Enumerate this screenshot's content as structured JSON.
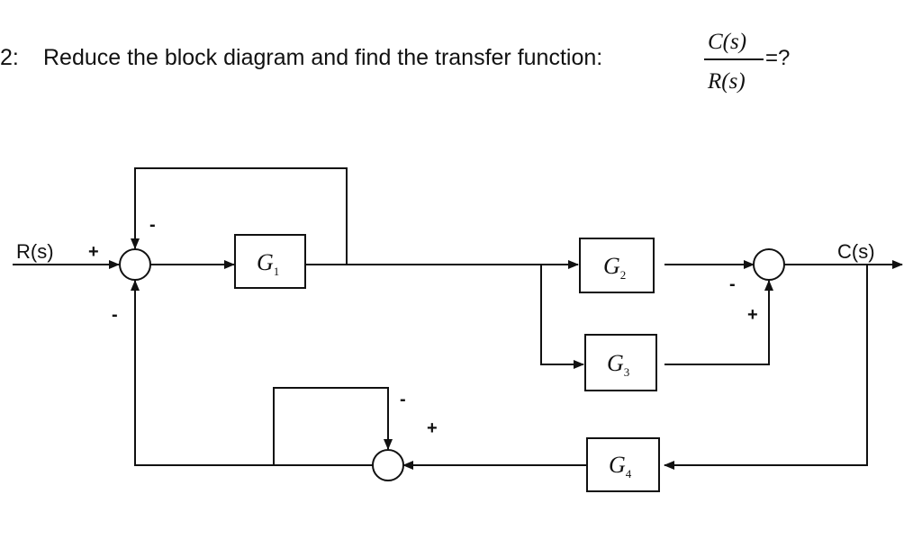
{
  "question": {
    "number": "2:",
    "text": "Reduce the block diagram and find the transfer function:",
    "fraction_numerator": "C(s)",
    "fraction_denominator": "R(s)",
    "suffix": "=?"
  },
  "signals": {
    "input": "R(s)",
    "output": "C(s)"
  },
  "blocks": [
    {
      "main": "G",
      "sub": "1"
    },
    {
      "main": "G",
      "sub": "2"
    },
    {
      "main": "G",
      "sub": "3"
    },
    {
      "main": "G",
      "sub": "4"
    }
  ],
  "signs": {
    "sum1_left": "+",
    "sum1_top": "-",
    "sum1_bottom": "-",
    "sum2_left": "-",
    "sum2_bottom": "+",
    "sum3_top": "-",
    "sum3_right": "+"
  }
}
